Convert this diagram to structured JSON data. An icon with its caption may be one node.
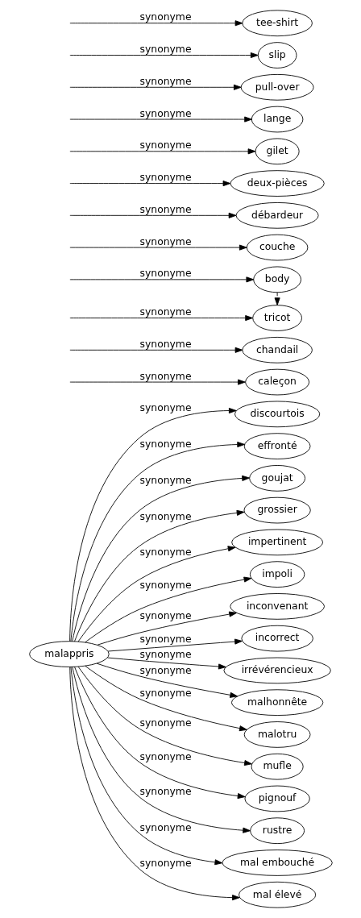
{
  "diagram": {
    "nodes": [
      {
        "text": [
          "malappris"
        ]
      },
      {
        "text": [
          "discourtois"
        ]
      },
      {
        "text": [
          "effronté"
        ]
      },
      {
        "text": [
          "goujat"
        ]
      },
      {
        "text": [
          "grossier"
        ]
      },
      {
        "text": [
          "caleçon"
        ]
      },
      {
        "text": [
          "impertinent"
        ]
      },
      {
        "text": [
          "chandail"
        ]
      },
      {
        "text": [
          "impoli"
        ]
      },
      {
        "text": [
          "body"
        ]
      },
      {
        "text": [
          "inconvenant"
        ]
      },
      {
        "text": [
          "couche"
        ]
      },
      {
        "text": [
          "incorrect"
        ]
      },
      {
        "text": [
          "débardeur"
        ]
      },
      {
        "text": [
          "irrévérencieux"
        ]
      },
      {
        "text": [
          "deux-pièces"
        ]
      },
      {
        "text": [
          "malhonnête"
        ]
      },
      {
        "text": [
          "gilet"
        ]
      },
      {
        "text": [
          "malotru"
        ]
      },
      {
        "text": [
          "lange"
        ]
      },
      {
        "text": [
          "mufle"
        ]
      },
      {
        "text": [
          "pull-over"
        ]
      },
      {
        "text": [
          "pignouf"
        ]
      },
      {
        "text": [
          "slip"
        ]
      },
      {
        "text": [
          "rustre"
        ]
      },
      {
        "text": [
          "tee-shirt"
        ]
      },
      {
        "text": [
          "mal embouché"
        ]
      },
      {
        "text": [
          "tricot"
        ]
      },
      {
        "text": [
          "mal élevé"
        ]
      }
    ],
    "edges": [
      {
        "from": 0,
        "to": 1,
        "arrow": "to",
        "label": "synonyme"
      },
      {
        "from": 0,
        "to": 2,
        "arrow": "to",
        "label": "synonyme"
      },
      {
        "from": 0,
        "to": 3,
        "arrow": "to",
        "label": "synonyme"
      },
      {
        "from": 0,
        "to": 4,
        "arrow": "to",
        "label": "synonyme"
      },
      {
        "from": null,
        "to": 5,
        "arrow": "to",
        "label": "synonyme"
      },
      {
        "from": 0,
        "to": 6,
        "arrow": "to",
        "label": "synonyme"
      },
      {
        "from": null,
        "to": 7,
        "arrow": "to",
        "label": "synonyme"
      },
      {
        "from": 0,
        "to": 8,
        "arrow": "to",
        "label": "synonyme"
      },
      {
        "from": null,
        "to": 9,
        "arrow": "to",
        "label": "synonyme"
      },
      {
        "from": 0,
        "to": 10,
        "arrow": "to",
        "label": "synonyme"
      },
      {
        "from": null,
        "to": 11,
        "arrow": "to",
        "label": "synonyme"
      },
      {
        "from": 0,
        "to": 12,
        "arrow": "to",
        "label": "synonyme"
      },
      {
        "from": null,
        "to": 13,
        "arrow": "to",
        "label": "synonyme"
      },
      {
        "from": 0,
        "to": 14,
        "arrow": "to",
        "label": "synonyme"
      },
      {
        "from": null,
        "to": 15,
        "arrow": "to",
        "label": "synonyme"
      },
      {
        "from": 0,
        "to": 16,
        "arrow": "to",
        "label": "synonyme"
      },
      {
        "from": null,
        "to": 17,
        "arrow": "to",
        "label": "synonyme"
      },
      {
        "from": 0,
        "to": 18,
        "arrow": "to",
        "label": "synonyme"
      },
      {
        "from": null,
        "to": 19,
        "arrow": "to",
        "label": "synonyme"
      },
      {
        "from": 0,
        "to": 20,
        "arrow": "to",
        "label": "synonyme"
      },
      {
        "from": null,
        "to": 21,
        "arrow": "to",
        "label": "synonyme"
      },
      {
        "from": 0,
        "to": 22,
        "arrow": "to",
        "label": "synonyme"
      },
      {
        "from": null,
        "to": 23,
        "arrow": "to",
        "label": "synonyme"
      },
      {
        "from": 0,
        "to": 24,
        "arrow": "to",
        "label": "synonyme"
      },
      {
        "from": null,
        "to": 25,
        "arrow": "to",
        "label": "synonyme"
      },
      {
        "from": 0,
        "to": 26,
        "arrow": "to",
        "label": "synonyme"
      },
      {
        "from": null,
        "to": 27,
        "arrow": "to",
        "label": "synonyme"
      },
      {
        "from": 0,
        "to": 28,
        "arrow": "to",
        "label": "synonyme"
      },
      {
        "from": 9,
        "to": 27,
        "arrow": "to",
        "style": "dashed"
      }
    ]
  }
}
